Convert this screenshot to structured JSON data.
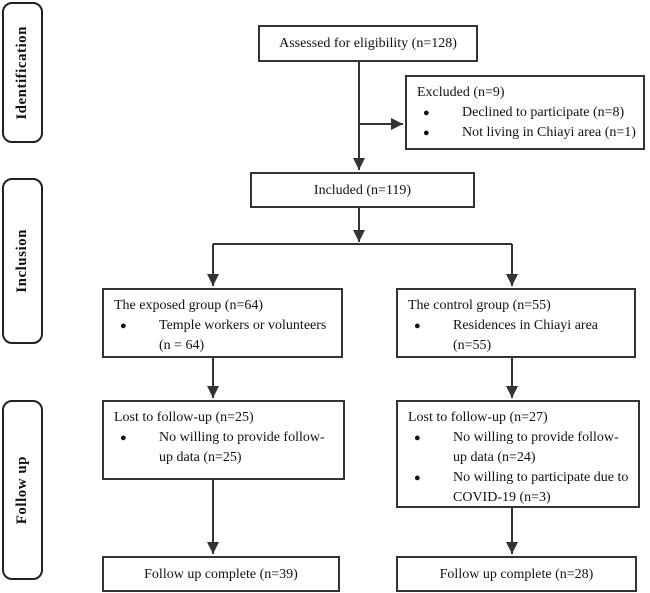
{
  "diagram": {
    "bullet_glyph": "●",
    "colors": {
      "border": "#333333",
      "text": "#111111",
      "background": "#ffffff"
    },
    "stage_labels": [
      {
        "label": "Identification"
      },
      {
        "label": "Inclusion"
      },
      {
        "label": "Follow up"
      }
    ],
    "nodes": {
      "assessed": {
        "text": "Assessed for eligibility (n=128)"
      },
      "excluded": {
        "title": "Excluded (n=9)",
        "bullets": [
          "Declined to participate (n=8)",
          "Not living in Chiayi area (n=1)"
        ]
      },
      "included": {
        "text": "Included (n=119)"
      },
      "exposed_group": {
        "title": "The exposed group (n=64)",
        "bullets": [
          "Temple workers or volunteers (n = 64)"
        ]
      },
      "control_group": {
        "title": "The control group (n=55)",
        "bullets": [
          "Residences in Chiayi area (n=55)"
        ]
      },
      "lost_exposed": {
        "title": "Lost to follow-up (n=25)",
        "bullets": [
          "No willing to provide follow-up data (n=25)"
        ]
      },
      "lost_control": {
        "title": "Lost to follow-up (n=27)",
        "bullets": [
          "No willing to provide follow-up data (n=24)",
          "No willing to participate due to COVID-19 (n=3)"
        ]
      },
      "complete_exposed": {
        "text": "Follow up complete (n=39)"
      },
      "complete_control": {
        "text": "Follow up complete (n=28)"
      }
    }
  }
}
